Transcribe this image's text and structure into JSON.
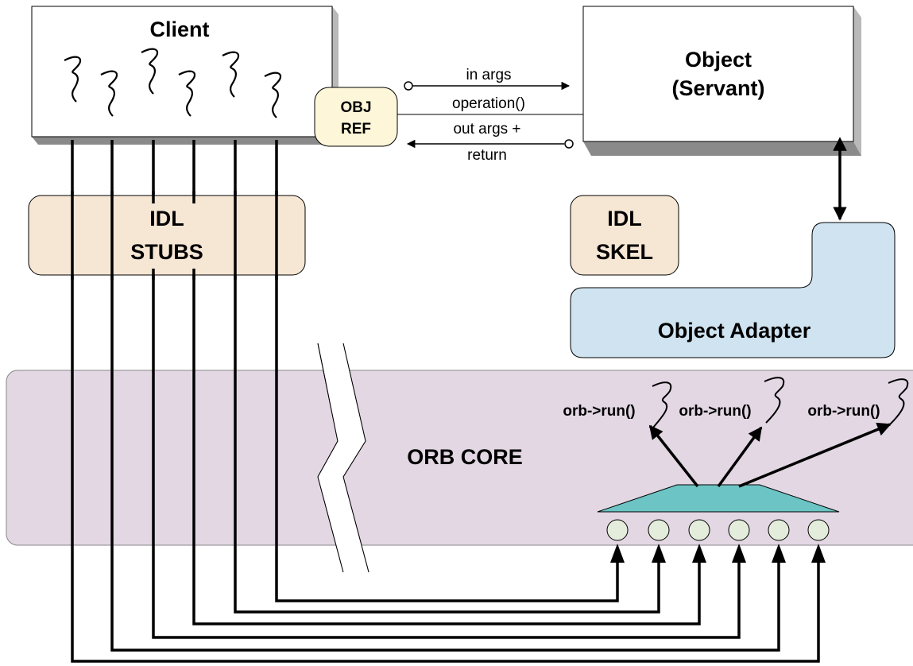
{
  "client": {
    "title": "Client"
  },
  "obj_ref": {
    "line1": "OBJ",
    "line2": "REF"
  },
  "servant": {
    "line1": "Object",
    "line2": "(Servant)"
  },
  "request": {
    "line1": "in args",
    "line2": "operation()"
  },
  "reply": {
    "line1": "out args +",
    "line2": "return"
  },
  "stubs": {
    "line1": "IDL",
    "line2": "STUBS"
  },
  "skel": {
    "line1": "IDL",
    "line2": "SKEL"
  },
  "adapter": {
    "label": "Object Adapter"
  },
  "orb_core": {
    "label": "ORB CORE"
  },
  "orb_threads": [
    {
      "label": "orb->run()"
    },
    {
      "label": "orb->run()"
    },
    {
      "label": "orb->run()"
    }
  ],
  "colors": {
    "client_box": "#ffffff",
    "box_shadow": "#a9a9a9",
    "obj_ref": "#fdf6d8",
    "stubs": "#f6e6d4",
    "skel": "#f6e6d4",
    "adapter": "#cfe3f0",
    "orb_core": "#e2d7e3",
    "demux": "#6cc4c4",
    "port_circle": "#e4ecdb"
  }
}
